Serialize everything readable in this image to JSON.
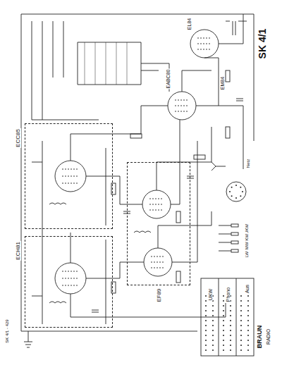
{
  "diagram": {
    "title": "SK 4/1",
    "nodes": [
      {
        "text": [
          "ECC85"
        ]
      },
      {
        "text": [
          "ECH81"
        ]
      },
      {
        "text": [
          "EF89"
        ]
      }
    ],
    "labels": [
      "BRAUN",
      "RADIO",
      "SK 4/1 - 429",
      "EABC80",
      "EL84",
      "EM84",
      "Aus",
      "Phono",
      "UKW",
      "UKW",
      "KW",
      "MW",
      "LW",
      "Netz"
    ]
  }
}
